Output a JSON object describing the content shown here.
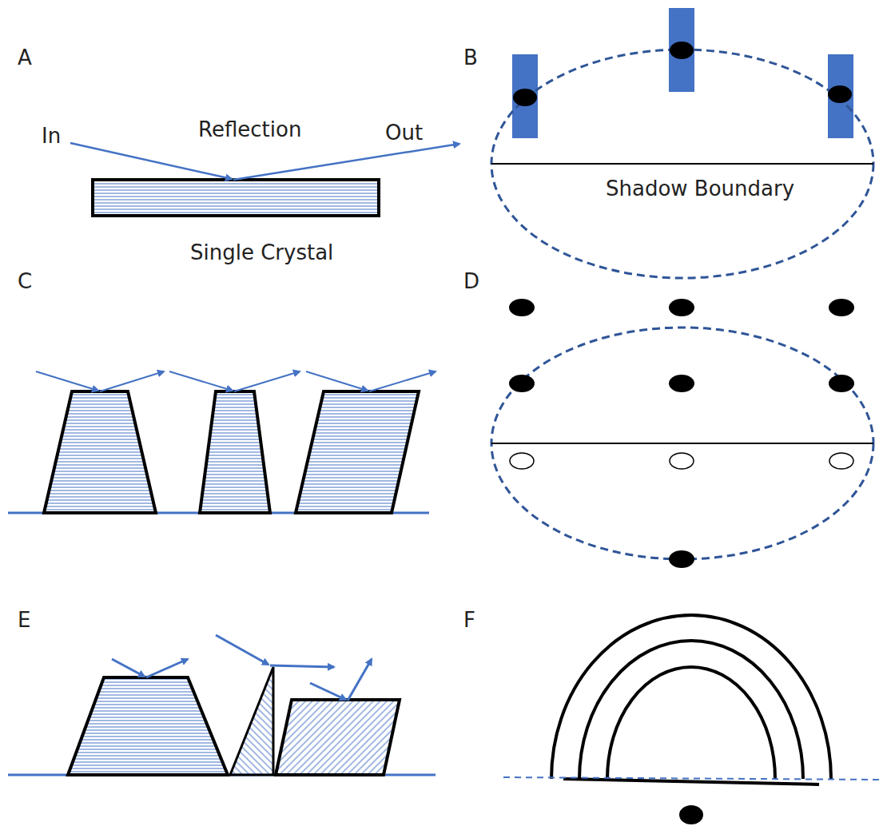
{
  "diagram": {
    "labels": [
      "A",
      "In",
      "Reflection",
      "Out",
      "Single Crystal",
      "B",
      "Shadow Boundary",
      "C",
      "D",
      "E",
      "F"
    ]
  }
}
